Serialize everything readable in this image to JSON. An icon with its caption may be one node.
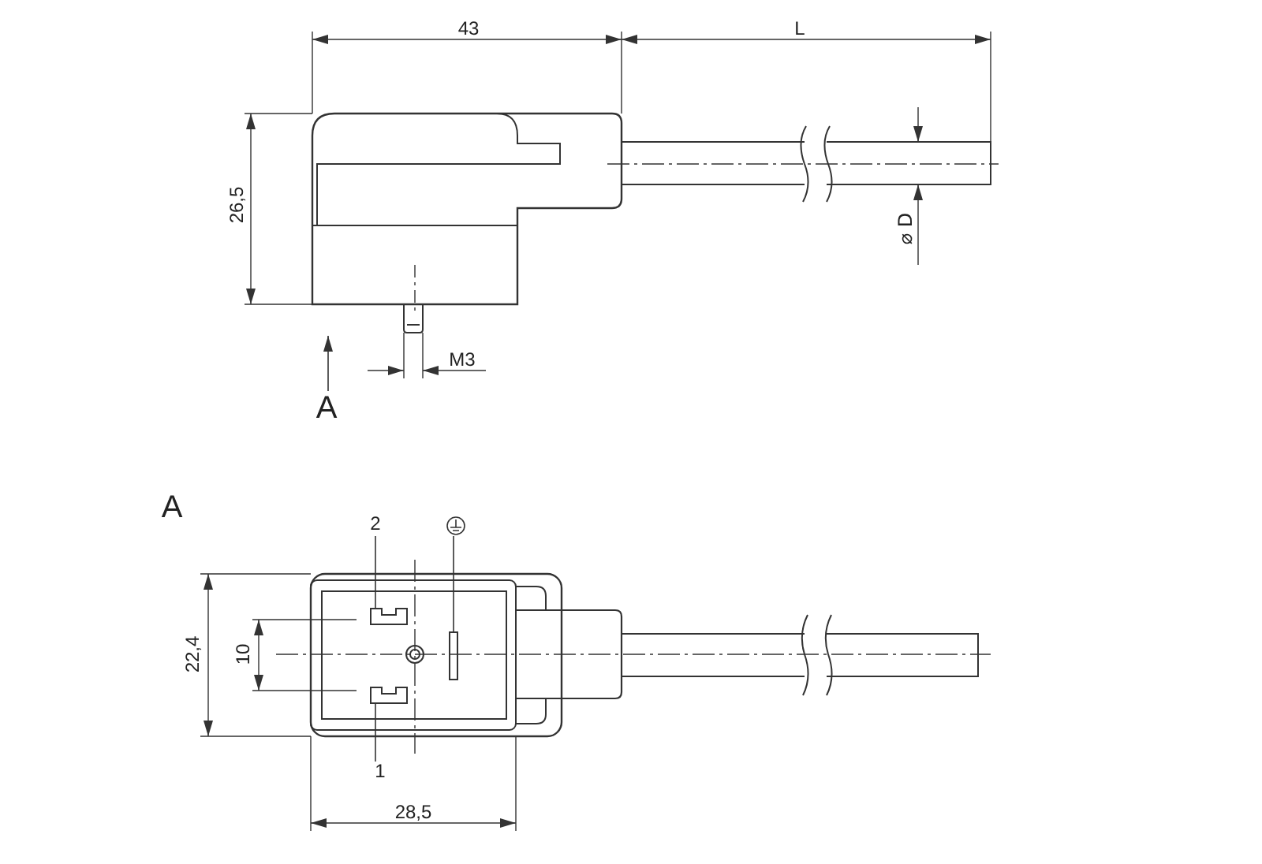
{
  "diagram": {
    "nodes": [
      {
        "text": [
          "2"
        ]
      },
      {
        "text": [],
        "shape": "box"
      },
      {
        "text": [],
        "shape": "circle"
      },
      {
        "text": [],
        "shape": "bar"
      },
      {
        "text": [],
        "shape": "box"
      },
      {
        "text": [
          "1"
        ]
      }
    ],
    "edges": [
      {
        "from": 0,
        "to": 1,
        "arrow": "none"
      },
      {
        "from": 2,
        "to": 3,
        "arrow": "none"
      },
      {
        "from": 5,
        "to": 4,
        "arrow": "none"
      }
    ],
    "labels": [
      "43",
      "L",
      "26,5",
      "⌀ D",
      "M3",
      "A",
      "A",
      "22,4",
      "10",
      "28,5"
    ]
  }
}
